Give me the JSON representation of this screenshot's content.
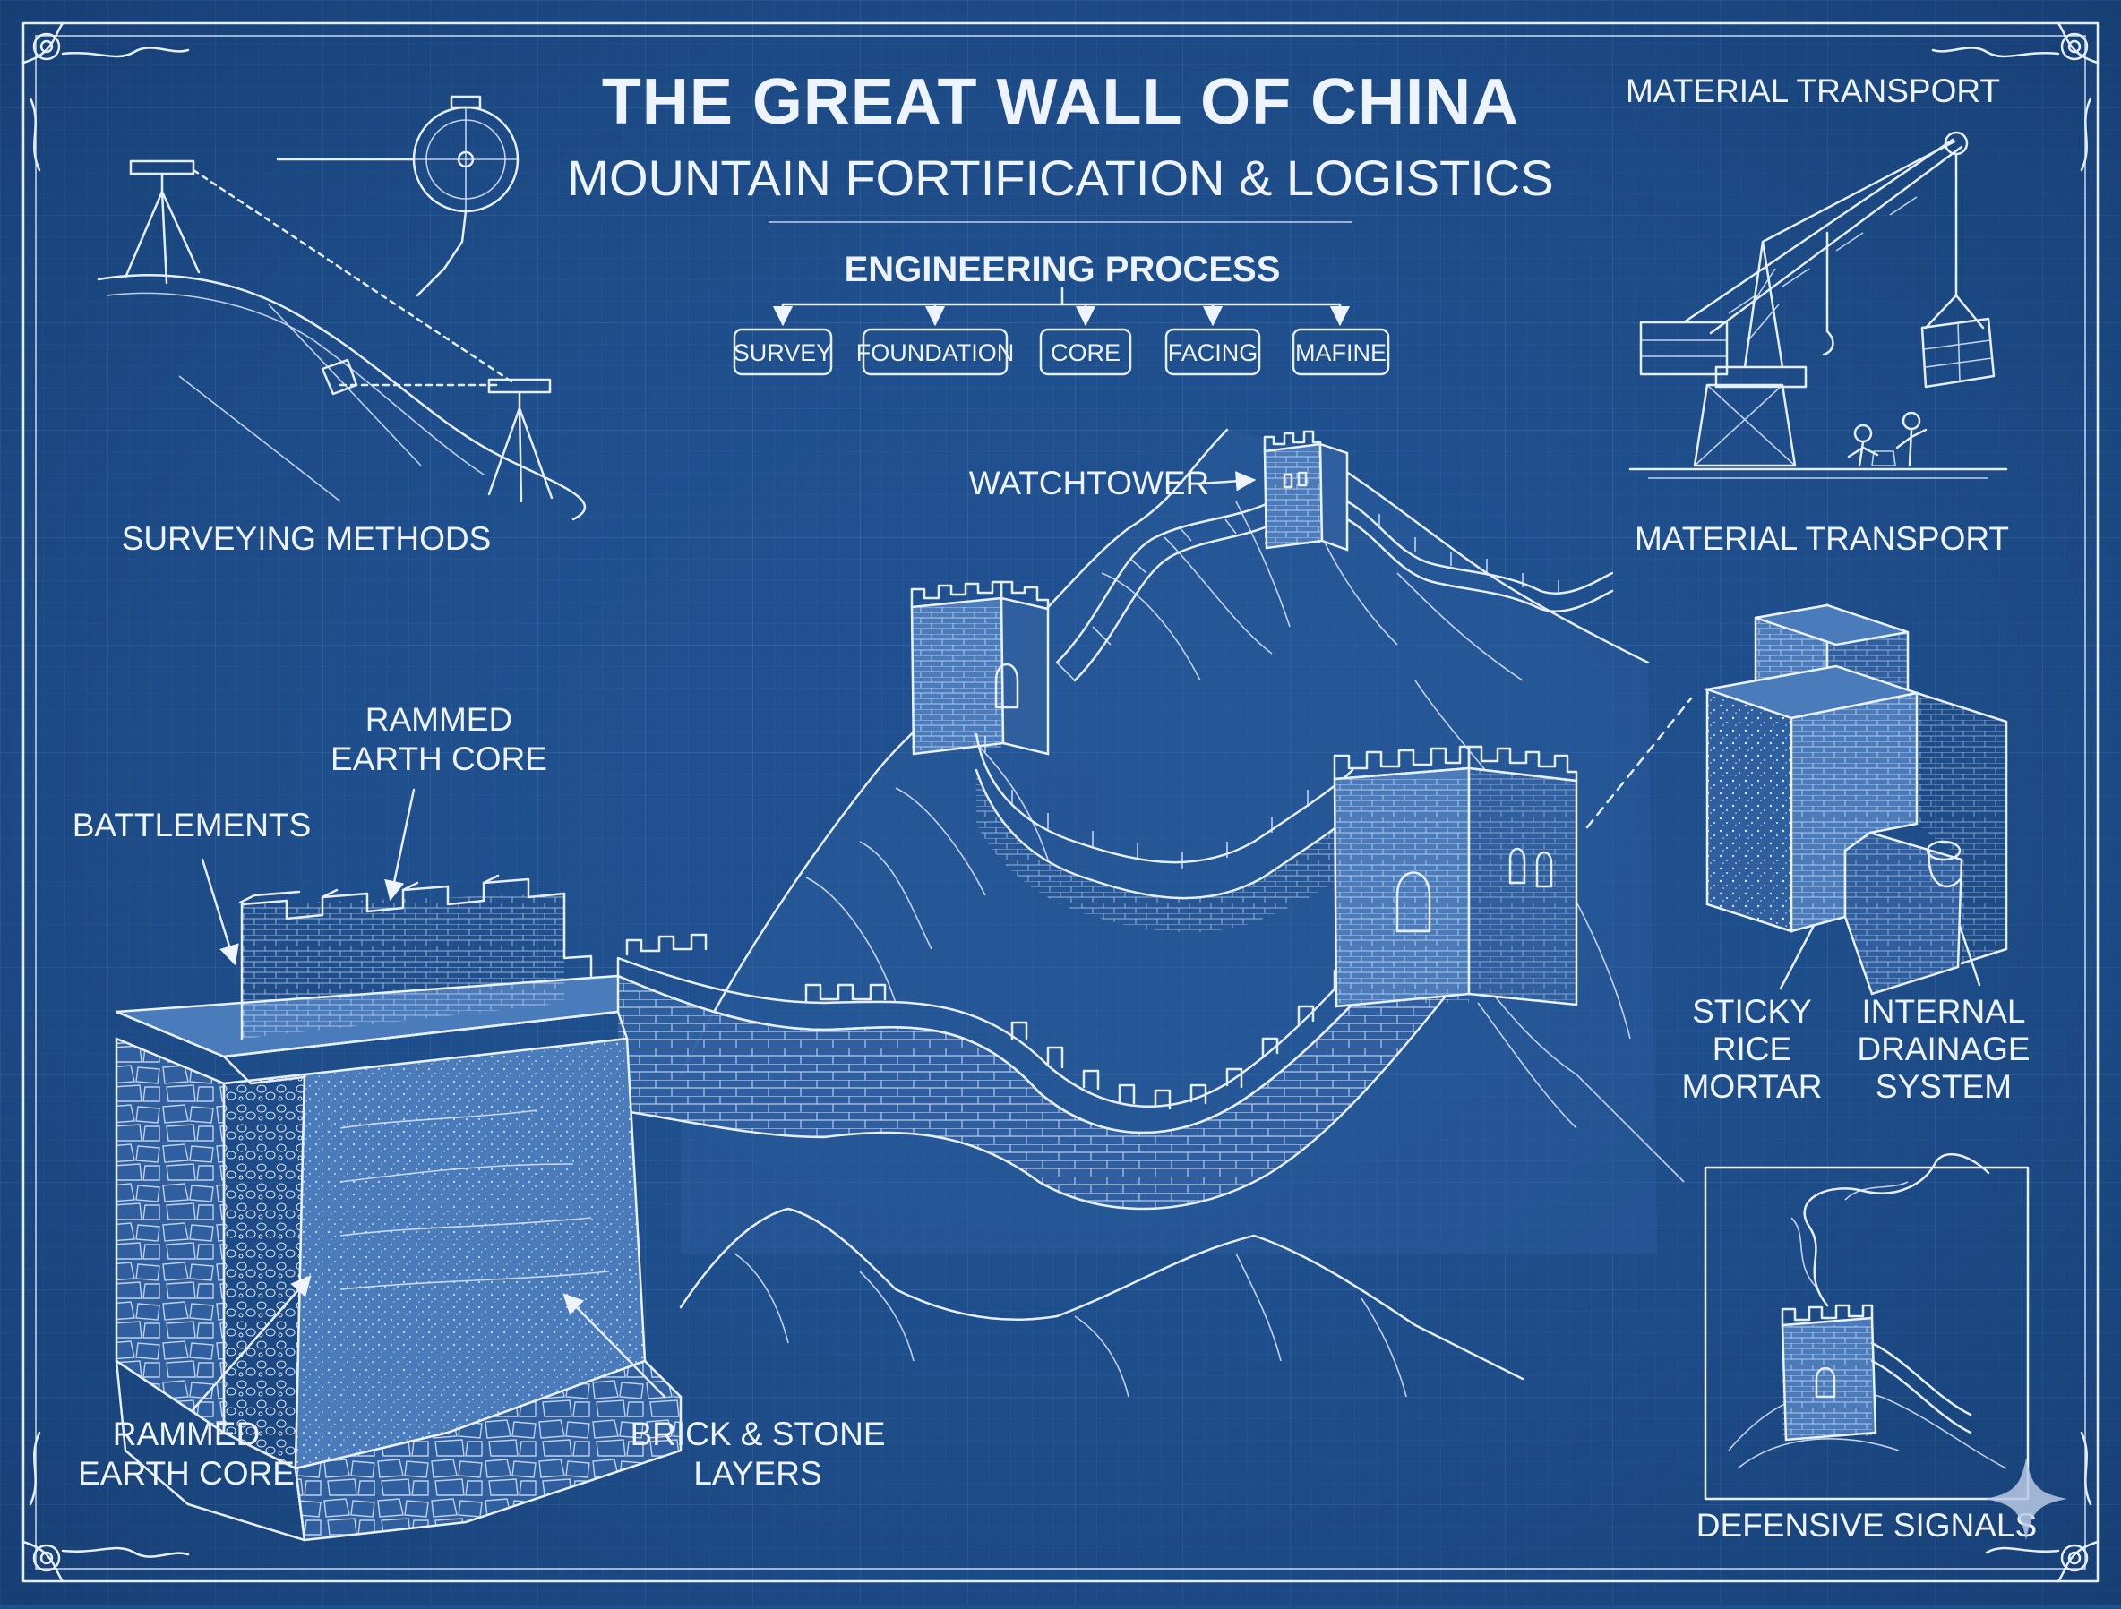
{
  "title": "THE GREAT WALL OF CHINA",
  "subtitle": "MOUNTAIN FORTIFICATION & LOGISTICS",
  "process": {
    "heading": "ENGINEERING PROCESS",
    "steps": [
      "SURVEY",
      "FOUNDATION",
      "CORE",
      "FACING",
      "MAFINE"
    ]
  },
  "labels": {
    "material_transport_top": "MATERIAL TRANSPORT",
    "material_transport": "MATERIAL TRANSPORT",
    "surveying_methods": "SURVEYING METHODS",
    "watchtower": "WATCHTOWER",
    "rammed_earth_core_top": [
      "RAMMED",
      "EARTH CORE"
    ],
    "battlements": "BATTLEMENTS",
    "rammed_earth_core_bottom": [
      "RAMMED",
      "EARTH CORE"
    ],
    "brick_stone_layers": [
      "BRICK & STONE",
      "LAYERS"
    ],
    "sticky_rice_mortar": [
      "STICKY",
      "RICE",
      "MORTAR"
    ],
    "internal_drainage_system": [
      "INTERNAL",
      "DRAINAGE",
      "SYSTEM"
    ],
    "defensive_signals": "DEFENSIVE SIGNALS"
  },
  "colors": {
    "background": "#1f4f8e",
    "grid": "#3d6aa6",
    "ink": "#eef4ff"
  },
  "icons": {
    "corner_mark": "sparkle-icon"
  }
}
